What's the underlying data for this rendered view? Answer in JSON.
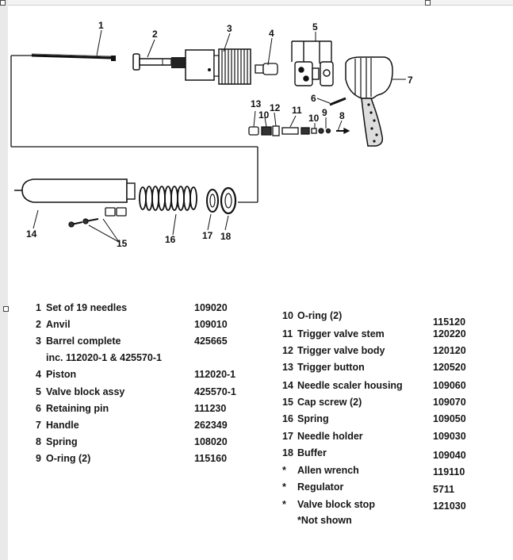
{
  "diagram": {
    "callouts": [
      "1",
      "2",
      "3",
      "4",
      "5",
      "6",
      "7",
      "8",
      "9",
      "10",
      "11",
      "12",
      "13",
      "10",
      "14",
      "15",
      "16",
      "17",
      "18"
    ]
  },
  "parts_left": [
    {
      "num": "1",
      "desc": "Set of 19 needles",
      "pn": "109020"
    },
    {
      "num": "2",
      "desc": "Anvil",
      "pn": "109010"
    },
    {
      "num": "3",
      "desc": "Barrel complete",
      "pn": "425665"
    },
    {
      "num": "",
      "desc": "inc. 112020-1 & 425570-1",
      "pn": ""
    },
    {
      "num": "4",
      "desc": "Piston",
      "pn": "112020-1"
    },
    {
      "num": "5",
      "desc": "Valve block assy",
      "pn": "425570-1"
    },
    {
      "num": "6",
      "desc": "Retaining pin",
      "pn": "111230"
    },
    {
      "num": "7",
      "desc": "Handle",
      "pn": "262349"
    },
    {
      "num": "8",
      "desc": "Spring",
      "pn": "108020"
    },
    {
      "num": "9",
      "desc": "O-ring (2)",
      "pn": "115160"
    }
  ],
  "parts_right": [
    {
      "num": "10",
      "desc": "O-ring (2)",
      "pn": "115120"
    },
    {
      "num": "11",
      "desc": "Trigger valve stem",
      "pn": "120220"
    },
    {
      "num": "12",
      "desc": "Trigger valve body",
      "pn": "120120"
    },
    {
      "num": "13",
      "desc": "Trigger button",
      "pn": "120520"
    },
    {
      "num": "14",
      "desc": "Needle scaler housing",
      "pn": "109060"
    },
    {
      "num": "15",
      "desc": "Cap screw (2)",
      "pn": "109070"
    },
    {
      "num": "16",
      "desc": "Spring",
      "pn": "109050"
    },
    {
      "num": "17",
      "desc": "Needle holder",
      "pn": "109030"
    },
    {
      "num": "18",
      "desc": "Buffer",
      "pn": "109040"
    },
    {
      "num": "*",
      "desc": "Allen wrench",
      "pn": "119110"
    },
    {
      "num": "*",
      "desc": "Regulator",
      "pn": "5711"
    },
    {
      "num": "*",
      "desc": "Valve block stop",
      "pn": "121030"
    },
    {
      "num": "",
      "desc": "*Not shown",
      "pn": ""
    }
  ]
}
